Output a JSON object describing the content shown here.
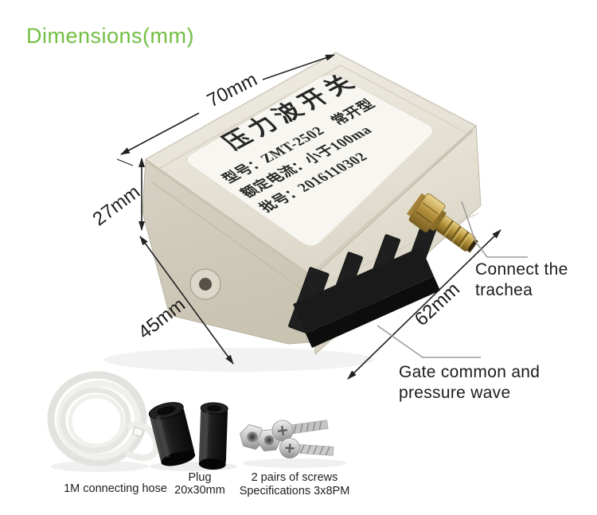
{
  "header": {
    "title": "Dimensions(mm)"
  },
  "device": {
    "label": {
      "title": "压力波开关",
      "model": "型号：ZMT-2502　常开型",
      "rated_current": "额定电流：小于100ma",
      "batch": "批号：2016110302"
    },
    "dimensions": {
      "top_edge": "70mm",
      "left_height": "27mm",
      "left_depth": "45mm",
      "front_edge": "62mm"
    }
  },
  "callouts": {
    "trachea": {
      "line1": "Connect the",
      "line2": "trachea"
    },
    "gate": {
      "line1": "Gate common and",
      "line2": "pressure wave"
    }
  },
  "accessories": {
    "hose": {
      "caption": "1M connecting hose"
    },
    "plugs": {
      "caption_line1": "Plug",
      "caption_line2": "20x30mm"
    },
    "screws": {
      "caption_line1": "2 pairs of screws",
      "caption_line2": "Specifications 3x8PM"
    }
  },
  "colors": {
    "accent_green": "#72bf44",
    "dimension_text": "#1d1d1d",
    "leader_line": "#9a9a9a",
    "body_cream": "#e9e5d9",
    "body_shadow": "#cfc9b9",
    "label_white": "#f7f6f1",
    "terminal_black": "#171717",
    "brass": "#b9943c",
    "silver": "#c6c6c6"
  }
}
